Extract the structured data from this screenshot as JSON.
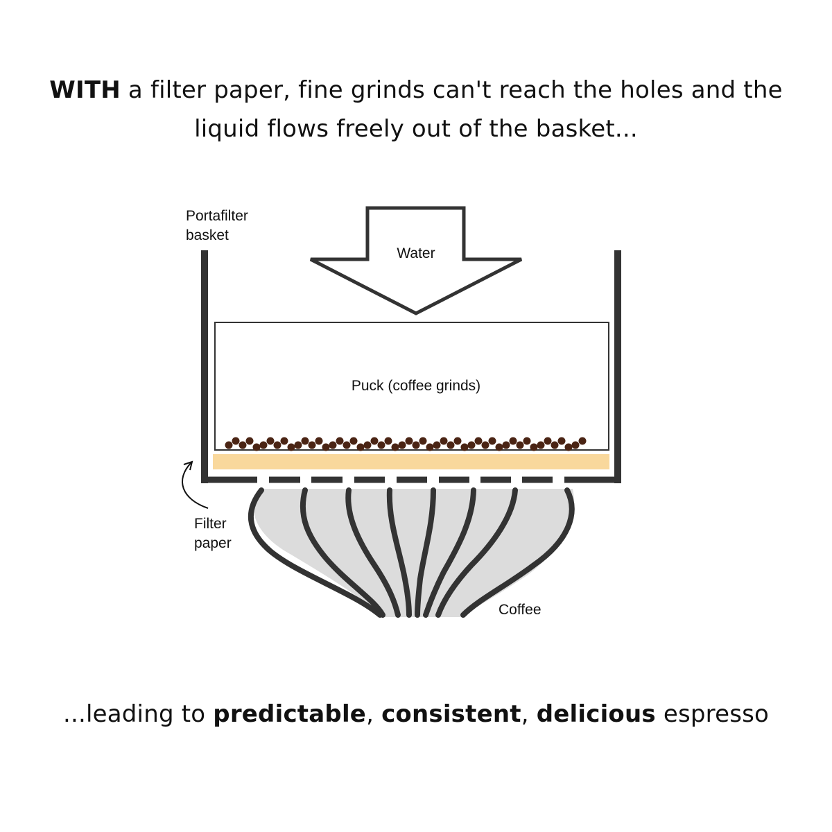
{
  "headline": {
    "top": {
      "strong": "WITH",
      "rest_line1": " a filter paper, fine grinds can't reach the holes and the",
      "line2": "liquid flows freely out of the basket..."
    },
    "bottom": {
      "lead": "...leading to ",
      "word1": "predictable",
      "sep1": ", ",
      "word2": "consistent",
      "sep2": ", ",
      "word3": "delicious",
      "tail": " espresso"
    }
  },
  "diagram": {
    "labels": {
      "basket_line1": "Portafilter",
      "basket_line2": "basket",
      "water": "Water",
      "puck": "Puck (coffee grinds)",
      "filter_line1": "Filter",
      "filter_line2": "paper",
      "coffee": "Coffee"
    },
    "colors": {
      "outline": "#333333",
      "filter_paper": "#f9d89c",
      "grinds": "#4a2414",
      "coffee_flow": "#dcdcdc"
    }
  }
}
